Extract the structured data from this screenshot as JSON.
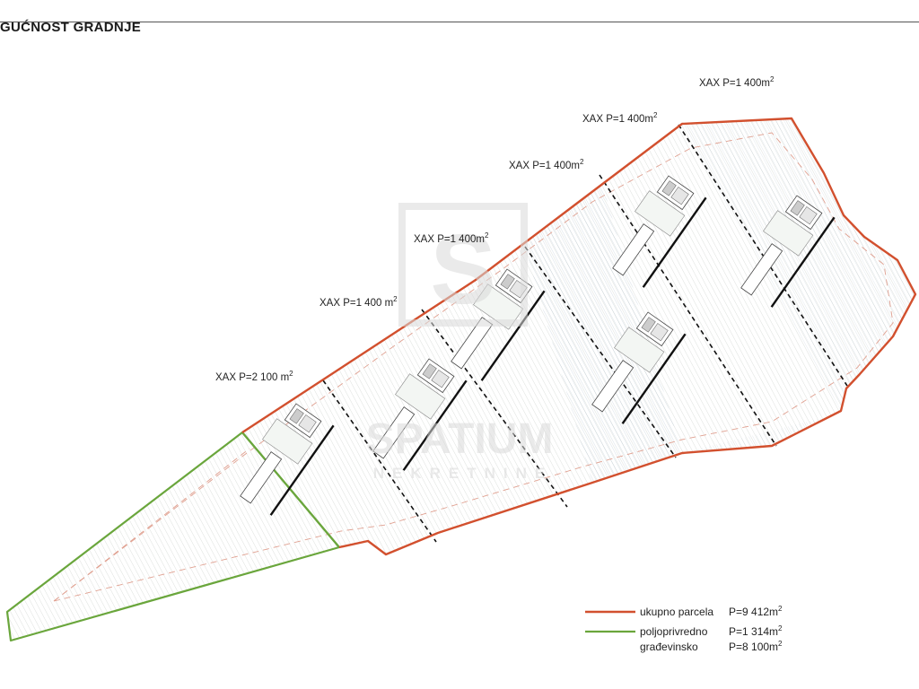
{
  "header": {
    "title": "GUĆNOST GRADNJE"
  },
  "plots": [
    {
      "prefix": "XAX P=",
      "area": "2 100 m",
      "sup": "2"
    },
    {
      "prefix": "XAX P=",
      "area": "1 400 m",
      "sup": "2"
    },
    {
      "prefix": "XAX P=",
      "area": "1 400m",
      "sup": "2"
    },
    {
      "prefix": "XAX P=",
      "area": "1 400m",
      "sup": "2"
    },
    {
      "prefix": "XAX P=",
      "area": "1 400m",
      "sup": "2"
    },
    {
      "prefix": "XAX P=",
      "area": "1 400m",
      "sup": "2"
    }
  ],
  "legend": {
    "total": {
      "name": "ukupno parcela",
      "value": "P=9 412m",
      "sup": "2"
    },
    "agricultural": {
      "name": "poljoprivredno",
      "value": "P=1 314m",
      "sup": "2"
    },
    "building": {
      "name": "građevinsko",
      "value": "P=8 100m",
      "sup": "2"
    }
  },
  "watermark": {
    "brand": "SPATIUM",
    "sub": "NEKRETNINE",
    "logo": "S"
  },
  "colors": {
    "total_boundary": "#d2502e",
    "agricultural_boundary": "#6aa63c",
    "divider": "#111111"
  }
}
